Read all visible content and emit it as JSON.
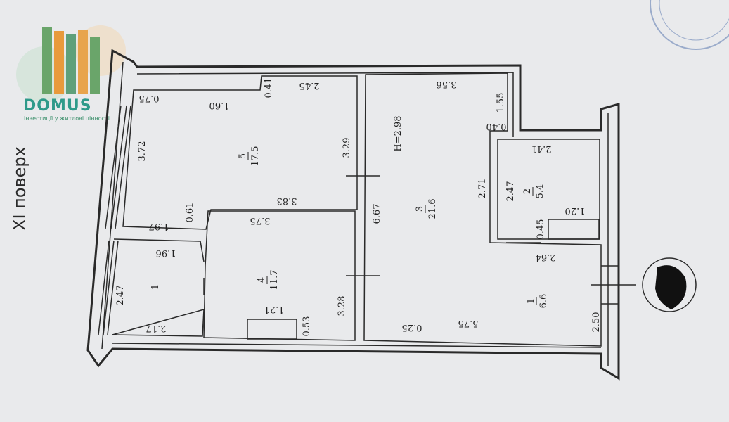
{
  "floor_label": "XI поверх",
  "logo": {
    "name": "DOMUS",
    "tagline": "інвестиції у житлові цінності"
  },
  "height_label": "H=2.98",
  "rooms": [
    {
      "id": "r5",
      "number": "5",
      "area": "17.5"
    },
    {
      "id": "r4",
      "number": "4",
      "area": "11.7"
    },
    {
      "id": "r3",
      "number": "3",
      "area": "21.6"
    },
    {
      "id": "r2",
      "number": "2",
      "area": "5.4"
    },
    {
      "id": "r1b",
      "number": "1",
      "area": "6.6"
    },
    {
      "id": "r1a",
      "number": "1",
      "area": ""
    }
  ],
  "dimensions": {
    "d075": "0.75",
    "d160": "1.60",
    "d041": "0.41",
    "d245": "2.45",
    "d372": "3.72",
    "d329": "3.29",
    "d383": "3.83",
    "d197": "1.97",
    "d061": "0.61",
    "d375": "3.75",
    "d196": "1.96",
    "d247a": "2.47",
    "d217": "2.17",
    "d121": "1.21",
    "d053": "0.53",
    "d328": "3.28",
    "d356": "3.56",
    "d155": "1.55",
    "d040": "0.40",
    "d667": "6.67",
    "d025": "0.25",
    "d575": "5.75",
    "d241": "2.41",
    "d271": "2.71",
    "d247b": "2.47",
    "d120": "1.20",
    "d045": "0.45",
    "d264": "2.64",
    "d250": "2.50"
  },
  "colors": {
    "line": "#2a2a2a",
    "paper": "#e9eaec",
    "logo_green": "#2f9a8a",
    "logo_orange": "#e89a3c"
  }
}
